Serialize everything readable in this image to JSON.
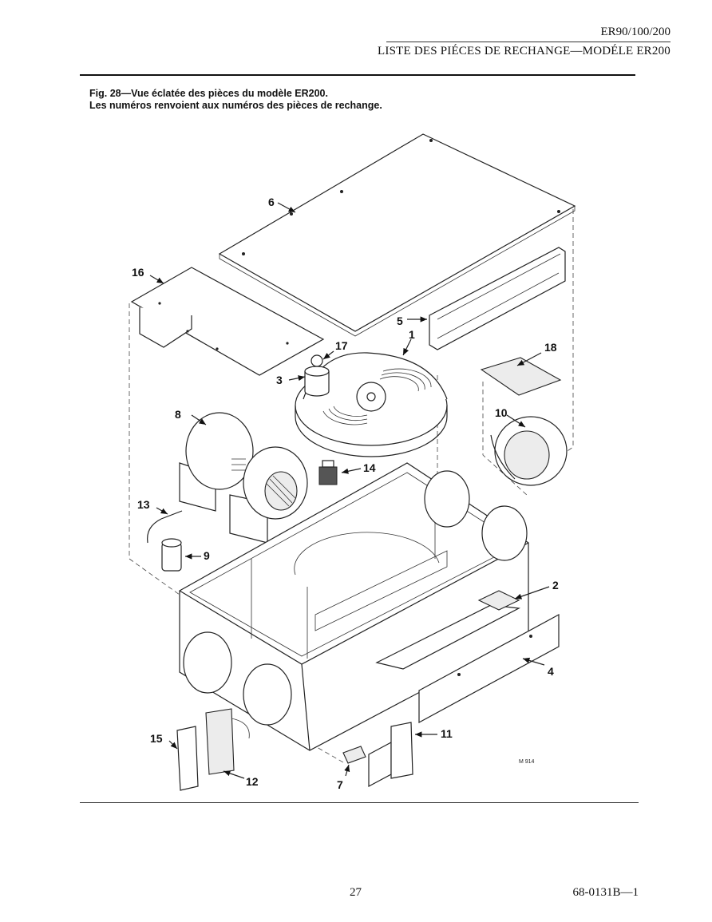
{
  "header": {
    "model": "ER90/100/200",
    "title": "LISTE DES PIÉCES DE RECHANGE—MODÉLE ER200"
  },
  "caption": {
    "line1": "Fig. 28—Vue éclatée des pièces du modèle ER200.",
    "line2": "Les numéros renvoient aux numéros des pièces de rechange."
  },
  "callouts": {
    "c1": "1",
    "c2": "2",
    "c3": "3",
    "c4": "4",
    "c5": "5",
    "c6": "6",
    "c7": "7",
    "c8": "8",
    "c9": "9",
    "c10": "10",
    "c11": "11",
    "c12": "12",
    "c13": "13",
    "c14": "14",
    "c15": "15",
    "c16": "16",
    "c17": "17",
    "c18": "18"
  },
  "drawing_code": "M 914",
  "footer": {
    "page": "27",
    "doc": "68-0131B—1"
  }
}
